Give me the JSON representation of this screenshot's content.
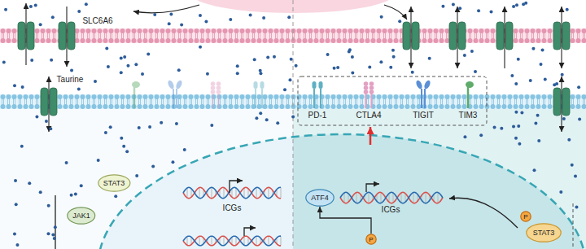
{
  "diagram": {
    "nodes": [
      {
        "text": [
          "STAT3"
        ]
      },
      {
        "text": [
          "ATF4"
        ]
      },
      {
        "text": [
          "JAK1"
        ]
      },
      {
        "text": [
          "P"
        ]
      },
      {
        "text": [
          "STAT3"
        ]
      },
      {
        "text": [
          "P"
        ]
      }
    ],
    "edges": [
      {
        "from": 5,
        "to": 1,
        "arrow": "to"
      }
    ],
    "labels": [
      "SLC6A6",
      "Taurine",
      "PD-1",
      "CTLA4",
      "TIGIT",
      "TIM3",
      "ICGs",
      "ICGs"
    ]
  }
}
